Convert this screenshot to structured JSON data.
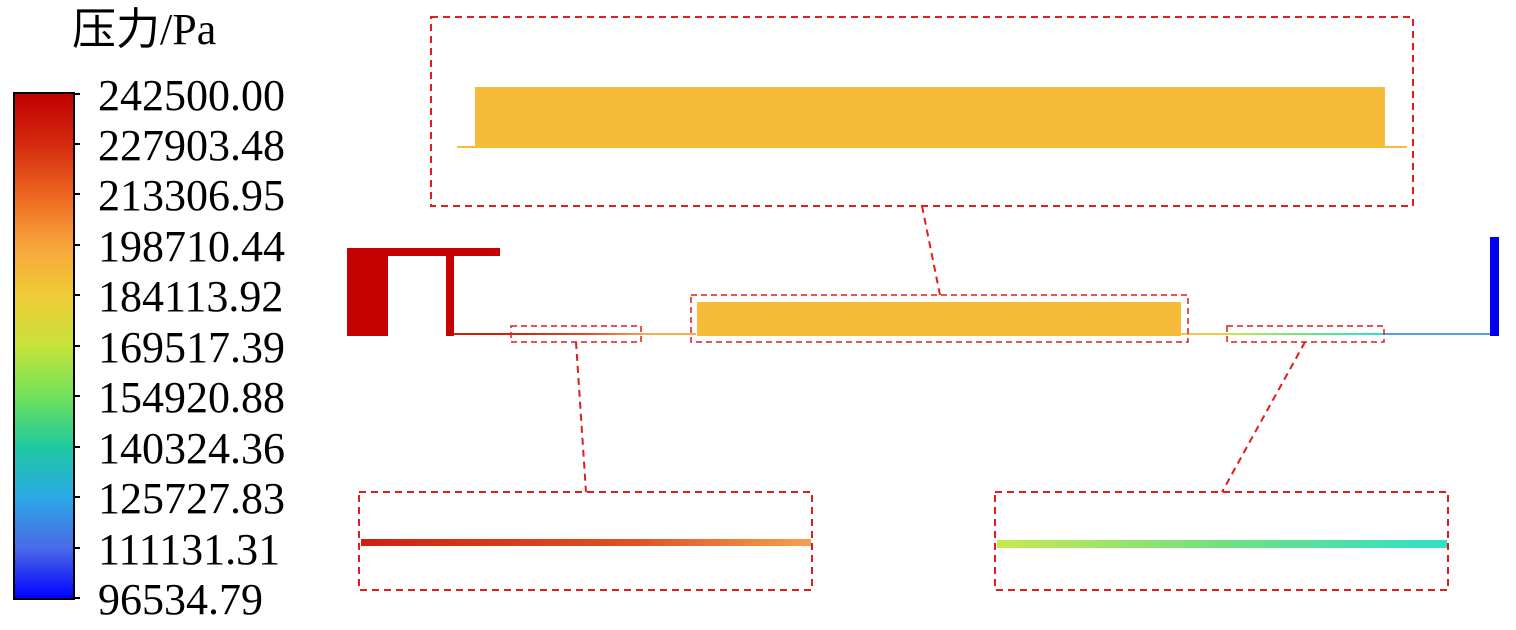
{
  "legend": {
    "title": "压力/Pa",
    "ticks": [
      "242500.00",
      "227903.48",
      "213306.95",
      "198710.44",
      "184113.92",
      "169517.39",
      "154920.88",
      "140324.36",
      "125727.83",
      "111131.31",
      "96534.79"
    ],
    "colors": [
      "#c00000",
      "#d62e12",
      "#f06a22",
      "#f7a43a",
      "#f0cc38",
      "#c7e23a",
      "#6fe25a",
      "#1ec9a0",
      "#2aa8e6",
      "#4a6ae6",
      "#0000ff"
    ]
  },
  "colors": {
    "high_pressure": "#c40000",
    "chamber": "#f7bb3a",
    "outlet": "#0000ee",
    "dashed_box": "#e01c1c",
    "pipe_left_start": "#d02010",
    "pipe_left_end": "#f5a050",
    "pipe_right_start": "#c8e850",
    "pipe_right_end": "#30e0c8"
  }
}
